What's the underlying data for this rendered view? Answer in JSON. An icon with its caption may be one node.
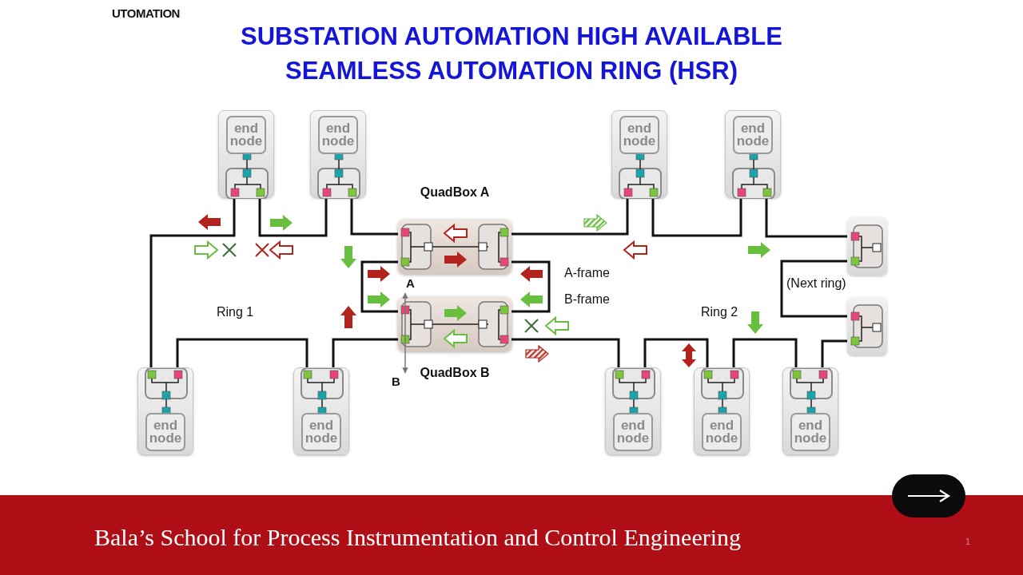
{
  "diagram": {
    "title": "SUBSTATION AUTOMATION HIGH AVAILABLE SEAMLESS AUTOMATION RING (HSR)",
    "nodes": [
      {
        "text": [
          "end node"
        ]
      },
      {
        "text": [
          "end node"
        ]
      },
      {
        "text": [
          "end node"
        ]
      },
      {
        "text": [
          "end node"
        ]
      },
      {
        "text": [
          "QuadBox A"
        ]
      },
      {
        "text": [
          "QuadBox B"
        ]
      },
      {
        "text": [],
        "shape": "box"
      },
      {
        "text": [],
        "shape": "box"
      },
      {
        "text": [
          "end node"
        ]
      },
      {
        "text": [
          "end node"
        ]
      },
      {
        "text": [
          "end node"
        ]
      },
      {
        "text": [
          "end node"
        ]
      },
      {
        "text": [
          "end node"
        ]
      }
    ],
    "edges": [
      {
        "from": 0,
        "to": 8,
        "arrow": "none"
      },
      {
        "from": 0,
        "to": 1,
        "arrow": "none"
      },
      {
        "from": 1,
        "to": 4,
        "arrow": "none"
      },
      {
        "from": 4,
        "to": 5,
        "arrow": "none"
      },
      {
        "from": 4,
        "to": 5,
        "arrow": "none"
      },
      {
        "from": 4,
        "to": 2,
        "arrow": "none"
      },
      {
        "from": 2,
        "to": 3,
        "arrow": "none"
      },
      {
        "from": 3,
        "to": 6,
        "arrow": "none"
      },
      {
        "from": 6,
        "to": 7,
        "arrow": "none"
      },
      {
        "from": 7,
        "to": 12,
        "arrow": "none"
      },
      {
        "from": 12,
        "to": 11,
        "arrow": "none"
      },
      {
        "from": 11,
        "to": 10,
        "arrow": "none"
      },
      {
        "from": 10,
        "to": 5,
        "arrow": "none"
      },
      {
        "from": 5,
        "to": 9,
        "arrow": "none"
      },
      {
        "from": 9,
        "to": 8,
        "arrow": "none"
      }
    ],
    "labels": [
      "UTOMATION",
      "A-frame",
      "(Next ring)",
      "A",
      "B-frame",
      "Ring 1",
      "Ring 2",
      "B",
      "Bala’s School for Process Instrumentation and Control Engineering",
      "1"
    ]
  }
}
